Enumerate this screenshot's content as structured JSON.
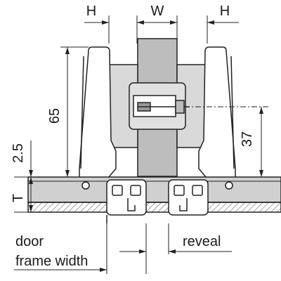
{
  "diagram": {
    "dimensions": {
      "h_left": "H",
      "w": "W",
      "h_right": "H",
      "height_65": "65",
      "height_37": "37",
      "offset_2_5": "2.5",
      "thickness_t": "T"
    },
    "labels": {
      "door": "door",
      "frame_width": "frame width",
      "reveal": "reveal"
    }
  }
}
